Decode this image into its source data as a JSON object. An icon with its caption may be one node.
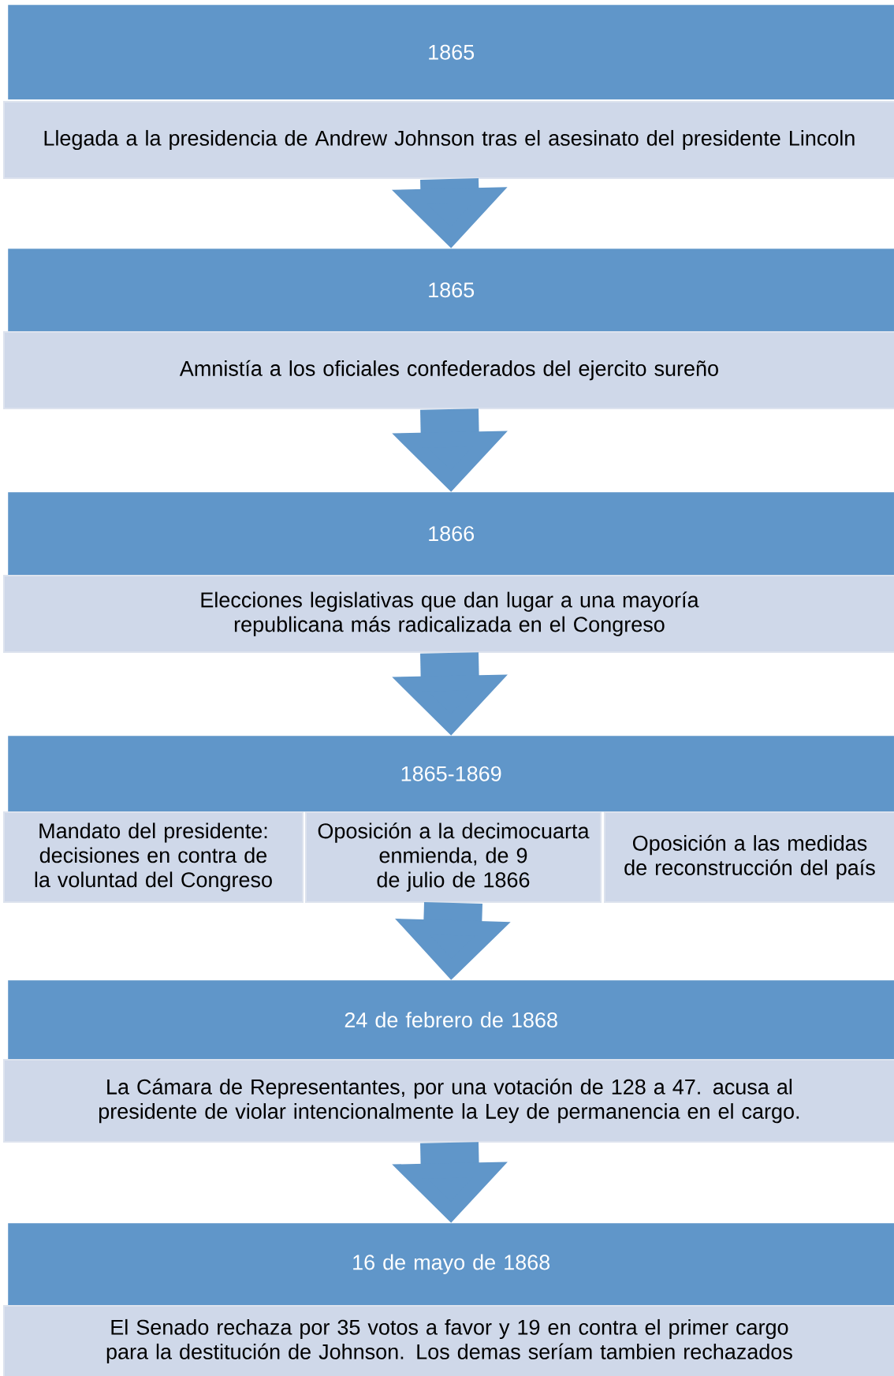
{
  "diagram": {
    "nodes": [
      {
        "text": [
          "1865"
        ]
      },
      {
        "text": [
          "Llegada a la presidencia de Andrew Johnson tras el asesinato del presidente Lincoln"
        ]
      },
      {
        "text": [
          "1865"
        ]
      },
      {
        "text": [
          "Amnistía a los oficiales confederados del ejercito sureño"
        ]
      },
      {
        "text": [
          "1866"
        ]
      },
      {
        "text": [
          "Elecciones legislativas que dan lugar a una mayoría republicana más radicalizada en el Congreso"
        ]
      },
      {
        "text": [
          "1865-1869"
        ]
      },
      {
        "text": [
          "Mandato del presidente: decisiones en contra de la voluntad del Congreso"
        ]
      },
      {
        "text": [
          "Oposición a la decimocuarta enmienda, de 9 de julio de 1866"
        ]
      },
      {
        "text": [
          "Oposición a las medidas de reconstrucción del país"
        ]
      },
      {
        "text": [
          "24 de febrero de 1868"
        ]
      },
      {
        "text": [
          "La Cámara de Representantes, por una votación de 128 a 47. acusa al presidente de violar intencionalmente la Ley de permanencia en el cargo."
        ]
      },
      {
        "text": [
          "16 de mayo de 1868"
        ]
      },
      {
        "text": [
          "El Senado rechaza por 35 votos a favor y 19 en contra el primer cargo para la destitución de Johnson. Los demas seríam tambien rechazados"
        ]
      }
    ],
    "edges": [
      {
        "from": 1,
        "to": 2,
        "arrow": "to"
      },
      {
        "from": 3,
        "to": 4,
        "arrow": "to"
      },
      {
        "from": 5,
        "to": 6,
        "arrow": "to"
      },
      {
        "from": 8,
        "to": 10,
        "arrow": "to"
      },
      {
        "from": 11,
        "to": 12,
        "arrow": "to"
      }
    ]
  }
}
